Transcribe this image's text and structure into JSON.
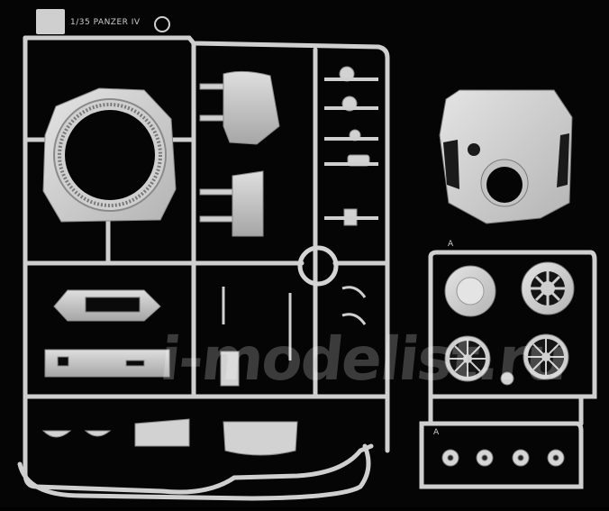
{
  "sprue": {
    "scale_marking": "1/35 PANZER IV",
    "part_letters": [
      "A",
      "A"
    ]
  },
  "watermark": {
    "text": "i-modelist.ru"
  },
  "colors": {
    "background": "#050505",
    "plastic": "#d6d6d6",
    "plastic_shadow": "#a9a9a9",
    "plastic_dark": "#8a8a8a"
  }
}
